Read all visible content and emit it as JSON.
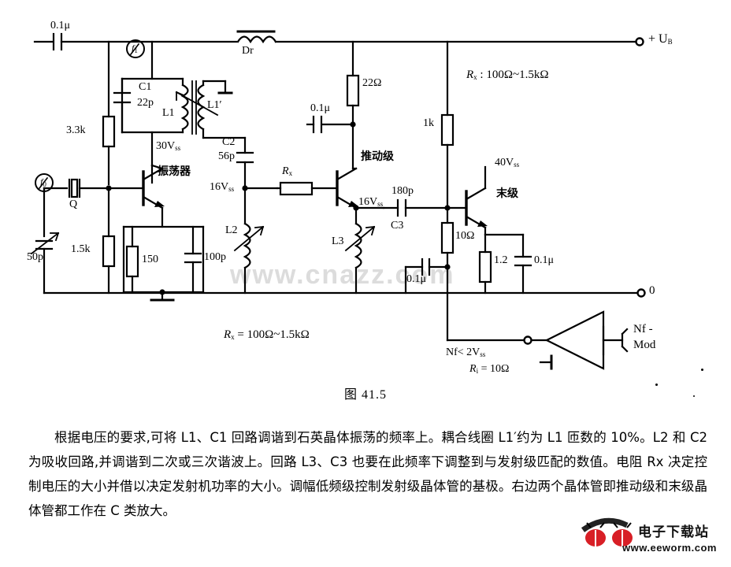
{
  "figure": {
    "caption_prefix": "图",
    "caption_number": "41.5",
    "title": "图 41.5"
  },
  "schematic": {
    "supply_terminal": "+ U",
    "supply_terminal_sub": "B",
    "ground_terminal": "0",
    "notes": {
      "rx_range_top": "R",
      "rx_range_top_sub": "x",
      "rx_range_top_rest": " : 100Ω~1.5kΩ",
      "rx_range_bottom_rest": " = 100Ω~1.5kΩ",
      "nf_limit": "Nf< 2V",
      "nf_limit_sub": "ss",
      "ri_value_prefix": "R",
      "ri_value_sub": "i",
      "ri_value_rest": " = 10Ω"
    },
    "stage_labels": {
      "oscillator": "振荡器",
      "driver": "推动级",
      "final": "末级"
    },
    "components": [
      {
        "ref": "C-coupling-in",
        "label": "0.1μ"
      },
      {
        "ref": "R-3k3",
        "label": "3.3k"
      },
      {
        "ref": "crystal",
        "label": "Q"
      },
      {
        "ref": "C-trim-50p",
        "label": "50p"
      },
      {
        "ref": "R-1k5",
        "label": "1.5k"
      },
      {
        "ref": "R-150",
        "label": "150"
      },
      {
        "ref": "C-100p",
        "label": "100p"
      },
      {
        "ref": "C1",
        "label": "C1",
        "value": "22p"
      },
      {
        "ref": "L1",
        "label": "L1"
      },
      {
        "ref": "L1p",
        "label": "L1′"
      },
      {
        "ref": "C2",
        "label": "C2",
        "value": "56p"
      },
      {
        "ref": "L2",
        "label": "L2"
      },
      {
        "ref": "Rx",
        "label": "R",
        "label_sub": "x"
      },
      {
        "ref": "L3",
        "label": "L3"
      },
      {
        "ref": "C3",
        "label": "C3",
        "value": "180p"
      },
      {
        "ref": "Dr",
        "label": "Dr"
      },
      {
        "ref": "R-22ohm",
        "label": "22Ω"
      },
      {
        "ref": "C-bypass-0u1-driver",
        "label": "0.1μ"
      },
      {
        "ref": "R-1k",
        "label": "1k"
      },
      {
        "ref": "R-10ohm",
        "label": "10Ω"
      },
      {
        "ref": "C-bypass-0u1-base",
        "label": "0.1μ"
      },
      {
        "ref": "R-1u2",
        "label": "1.2"
      },
      {
        "ref": "C-emitter-0u1",
        "label": "0.1μ"
      }
    ],
    "test_points": [
      {
        "ref": "f1",
        "label": "f",
        "sub": "1"
      },
      {
        "ref": "f0",
        "label": "f",
        "sub": "0"
      }
    ],
    "voltages": [
      {
        "ref": "v-osc-collector",
        "value": "30V",
        "sub": "ss"
      },
      {
        "ref": "v-c2-node",
        "value": "16V",
        "sub": "ss"
      },
      {
        "ref": "v-driver-collector",
        "value": "16V",
        "sub": "ss"
      },
      {
        "ref": "v-final-base",
        "value": "40V",
        "sub": "ss"
      }
    ],
    "modulator": {
      "output_line1": "Nf -",
      "output_line2": "Mod"
    }
  },
  "body": {
    "paragraph": "根据电压的要求,可将 L1、C1 回路调谐到石英晶体振荡的频率上。耦合线圈 L1′约为 L1 匝数的 10%。L2 和 C2 为吸收回路,并调谐到二次或三次谐波上。回路 L3、C3 也要在此频率下调整到与发射级匹配的数值。电阻 Rx 决定控制电压的大小并借以决定发射机功率的大小。调幅低频级控制发射级晶体管的基极。右边两个晶体管即推动级和末级晶体管都工作在 C 类放大。"
  },
  "watermarks": {
    "center": "www.cnazz.com",
    "logo_cn": "电子下载站",
    "logo_url": "www.eeworm.com"
  },
  "colors": {
    "ink": "#000000",
    "paper": "#ffffff",
    "watermark": "#dcdcdc",
    "logo_red": "#d81f26"
  }
}
